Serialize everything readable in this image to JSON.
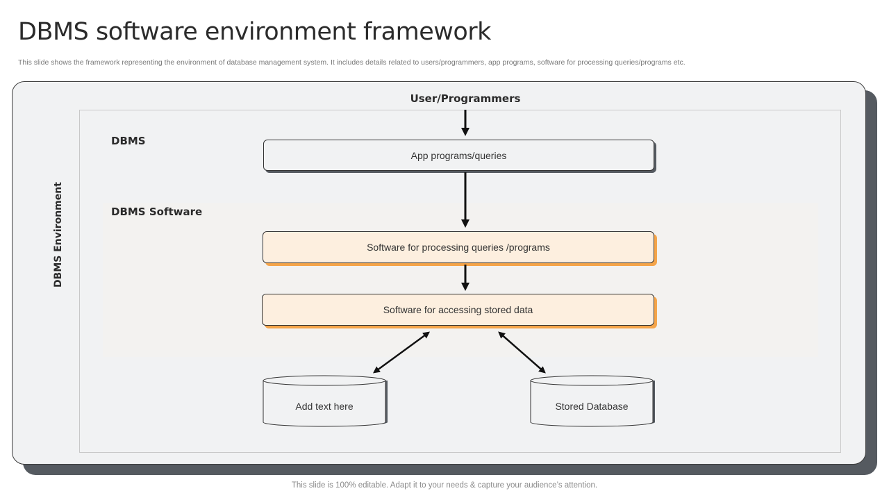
{
  "slide": {
    "title": "DBMS software environment framework",
    "subtitle": "This slide shows the framework representing the environment of database management system. It includes details related to users/programmers, app programs, software for processing queries/programs etc.",
    "footer": "This slide is 100% editable. Adapt it to your needs & capture your audience’s attention."
  },
  "diagram": {
    "environment_label": "DBMS Environment",
    "user_label": "User/Programmers",
    "dbms_label": "DBMS",
    "dbms_software_label": "DBMS Software",
    "app_programs": "App programs/queries",
    "processing_software": "Software for processing queries /programs",
    "accessing_software": "Software for accessing stored data",
    "left_store": "Add text here",
    "right_store": "Stored Database"
  },
  "colors": {
    "panel": "#f1f2f3",
    "shadow": "#555a60",
    "peach_fill": "#fdefdf",
    "orange_shadow": "#f5a54a"
  }
}
